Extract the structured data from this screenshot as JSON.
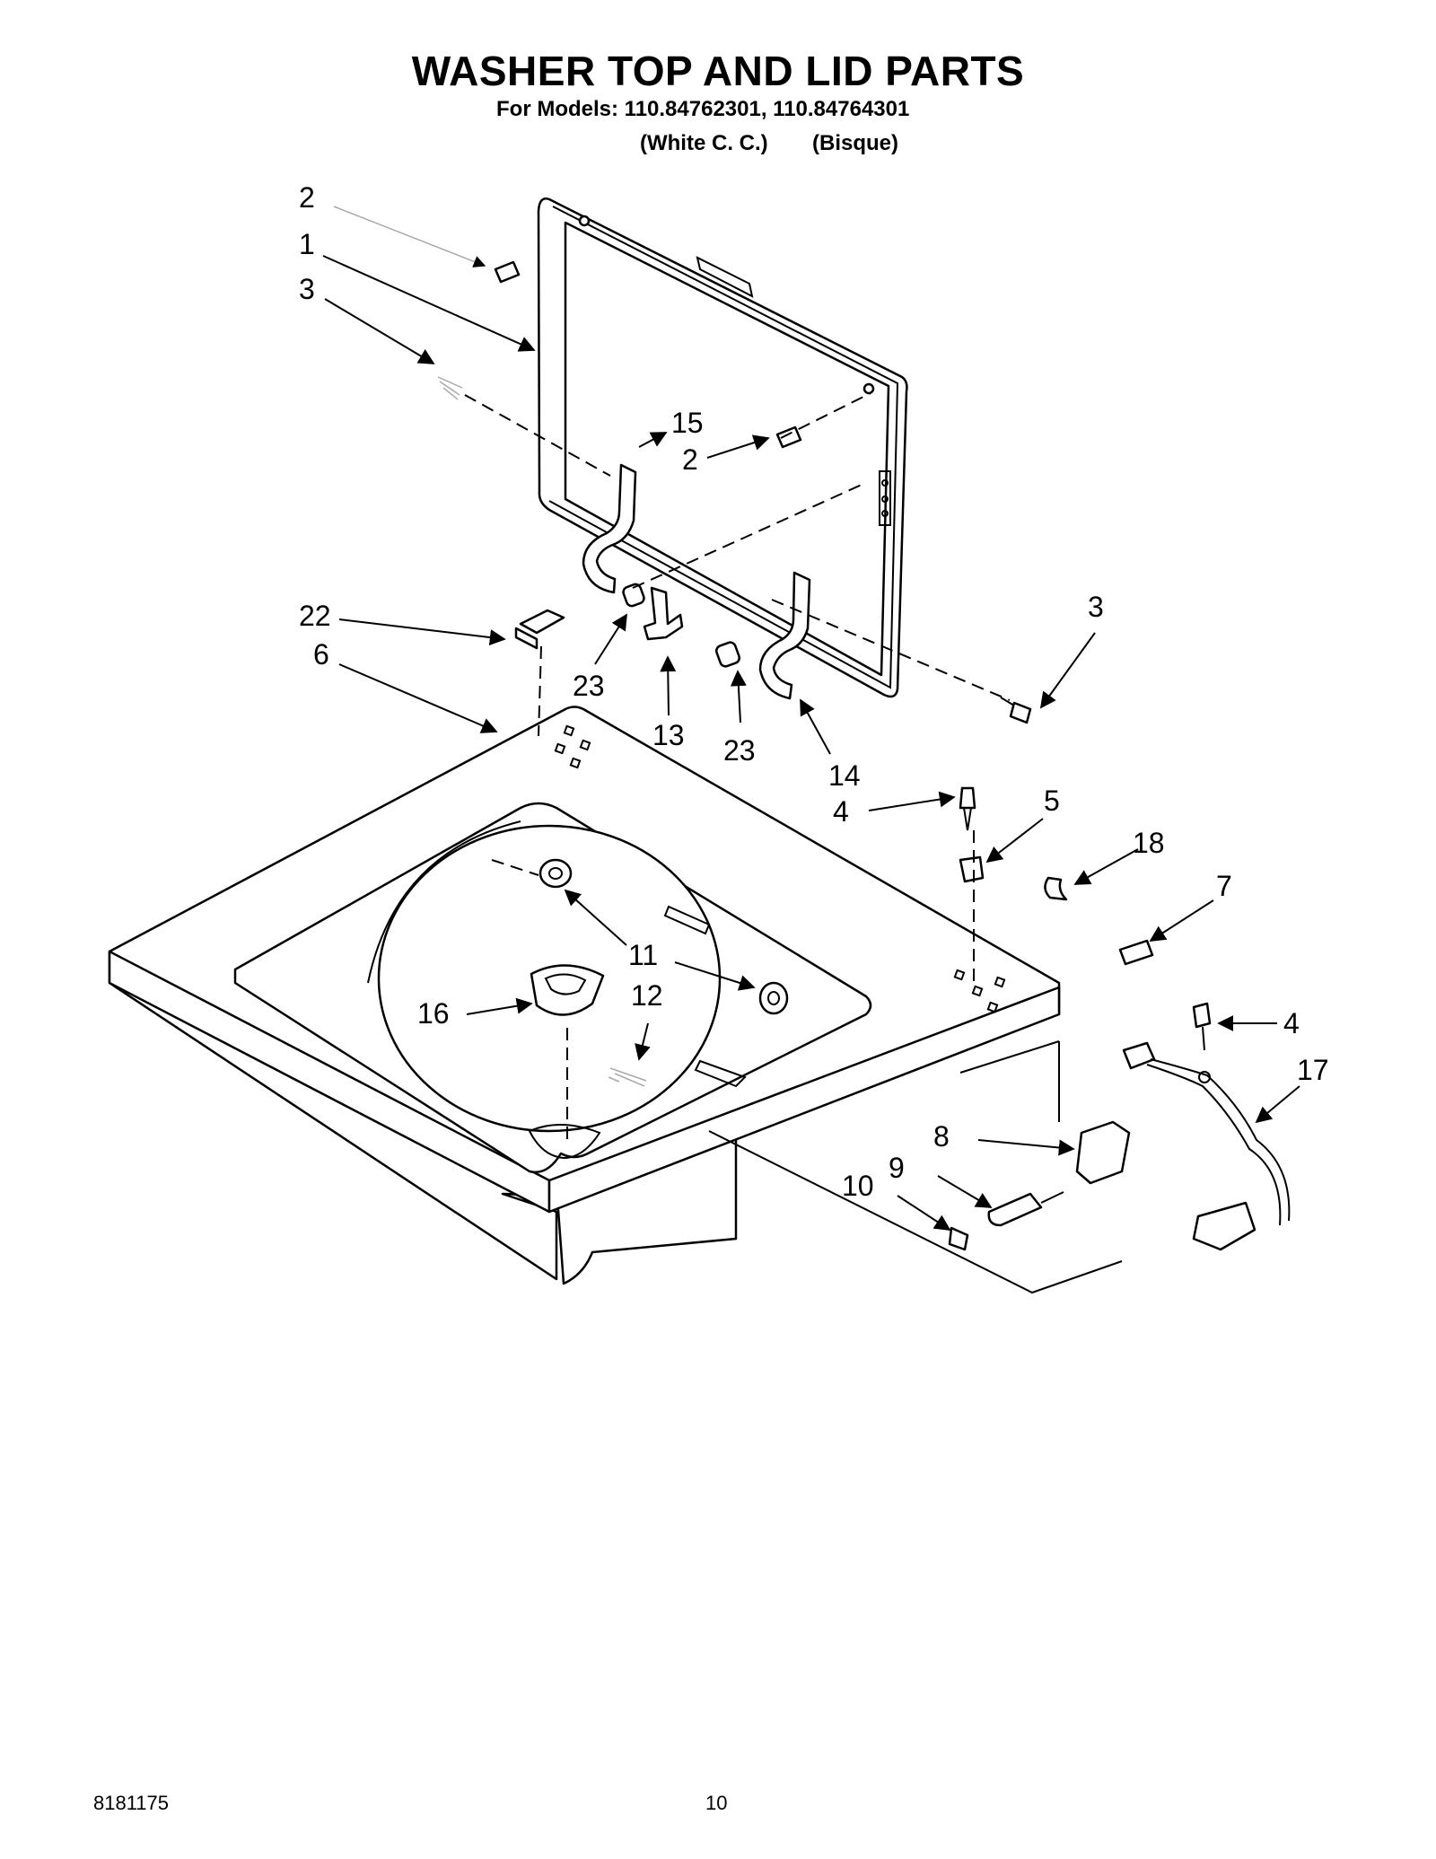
{
  "header": {
    "title": "WASHER TOP AND LID PARTS",
    "models_line": "For Models: 110.84762301, 110.84764301",
    "variant_1": "(White C. C.)",
    "variant_2": "(Bisque)"
  },
  "callouts": {
    "c2a": "2",
    "c1": "1",
    "c3a": "3",
    "c15": "15",
    "c2b": "2",
    "c22": "22",
    "c6": "6",
    "c23a": "23",
    "c13": "13",
    "c23b": "23",
    "c14": "14",
    "c3b": "3",
    "c4a": "4",
    "c5": "5",
    "c18": "18",
    "c7": "7",
    "c11": "11",
    "c16": "16",
    "c12": "12",
    "c4b": "4",
    "c17": "17",
    "c8": "8",
    "c9": "9",
    "c10": "10"
  },
  "footer": {
    "doc_number": "8181175",
    "page_number": "10"
  }
}
